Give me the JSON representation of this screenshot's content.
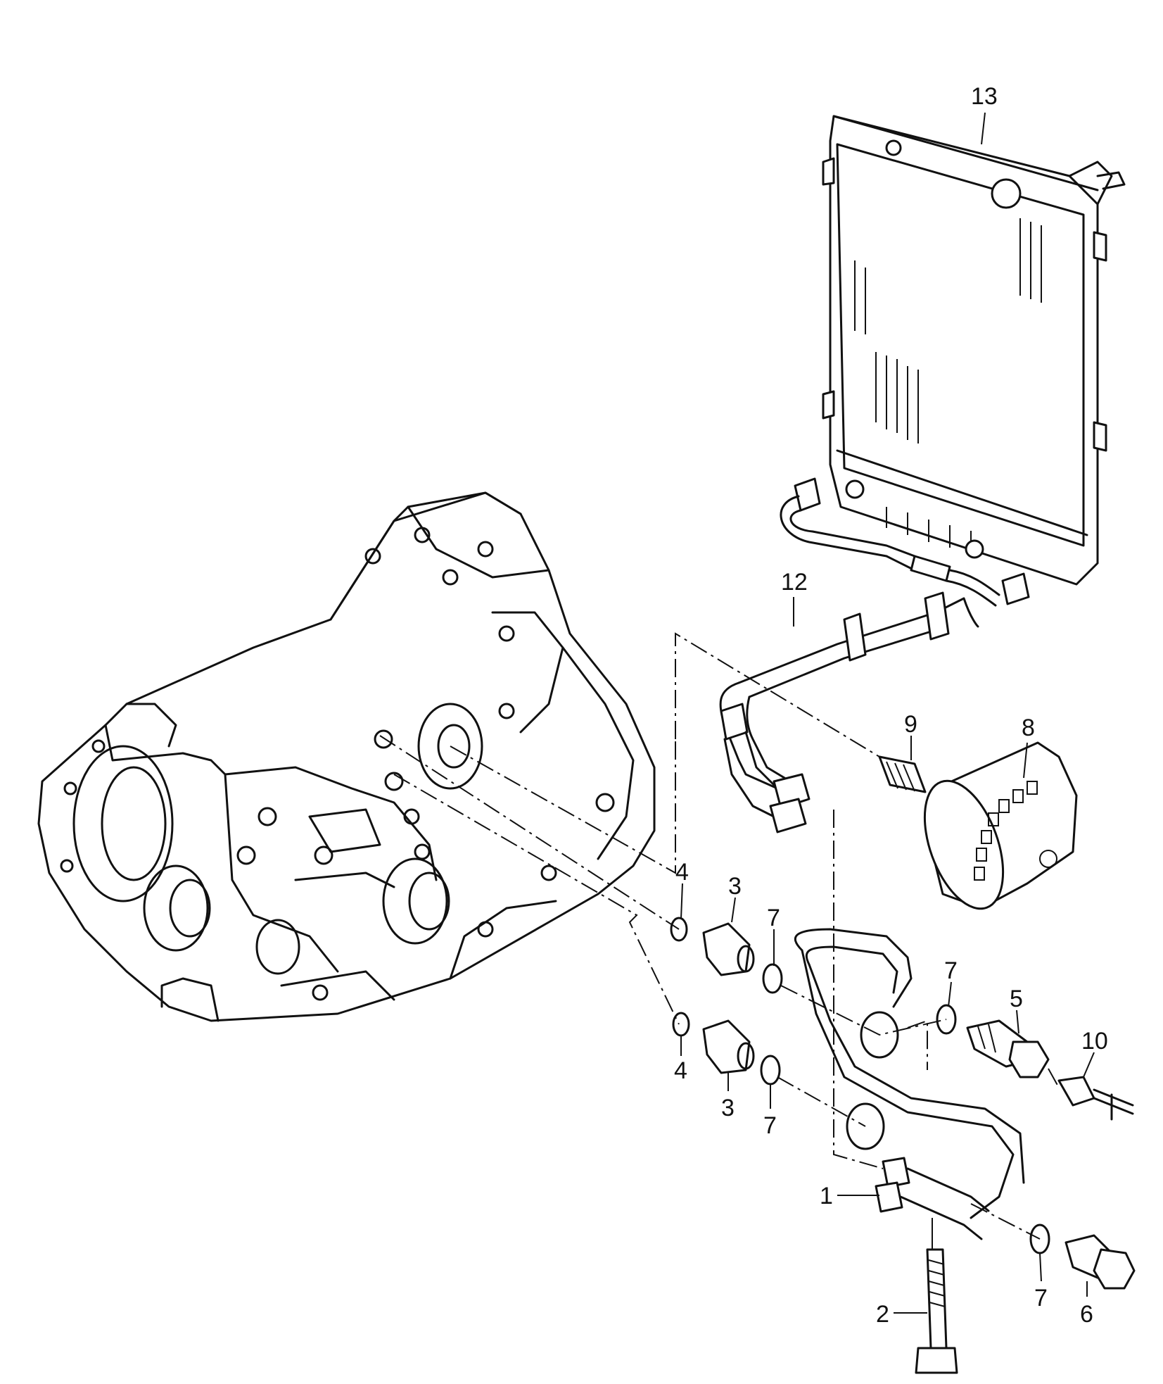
{
  "diagram": {
    "callouts": [
      {
        "id": "c13",
        "label": "13"
      },
      {
        "id": "c12",
        "label": "12"
      },
      {
        "id": "c9",
        "label": "9"
      },
      {
        "id": "c8",
        "label": "8"
      },
      {
        "id": "c4a",
        "label": "4"
      },
      {
        "id": "c3a",
        "label": "3"
      },
      {
        "id": "c7a",
        "label": "7"
      },
      {
        "id": "c7b",
        "label": "7"
      },
      {
        "id": "c5",
        "label": "5"
      },
      {
        "id": "c10",
        "label": "10"
      },
      {
        "id": "c4b",
        "label": "4"
      },
      {
        "id": "c3b",
        "label": "3"
      },
      {
        "id": "c7c",
        "label": "7"
      },
      {
        "id": "c1",
        "label": "1"
      },
      {
        "id": "c2",
        "label": "2"
      },
      {
        "id": "c7d",
        "label": "7"
      },
      {
        "id": "c6",
        "label": "6"
      }
    ]
  }
}
